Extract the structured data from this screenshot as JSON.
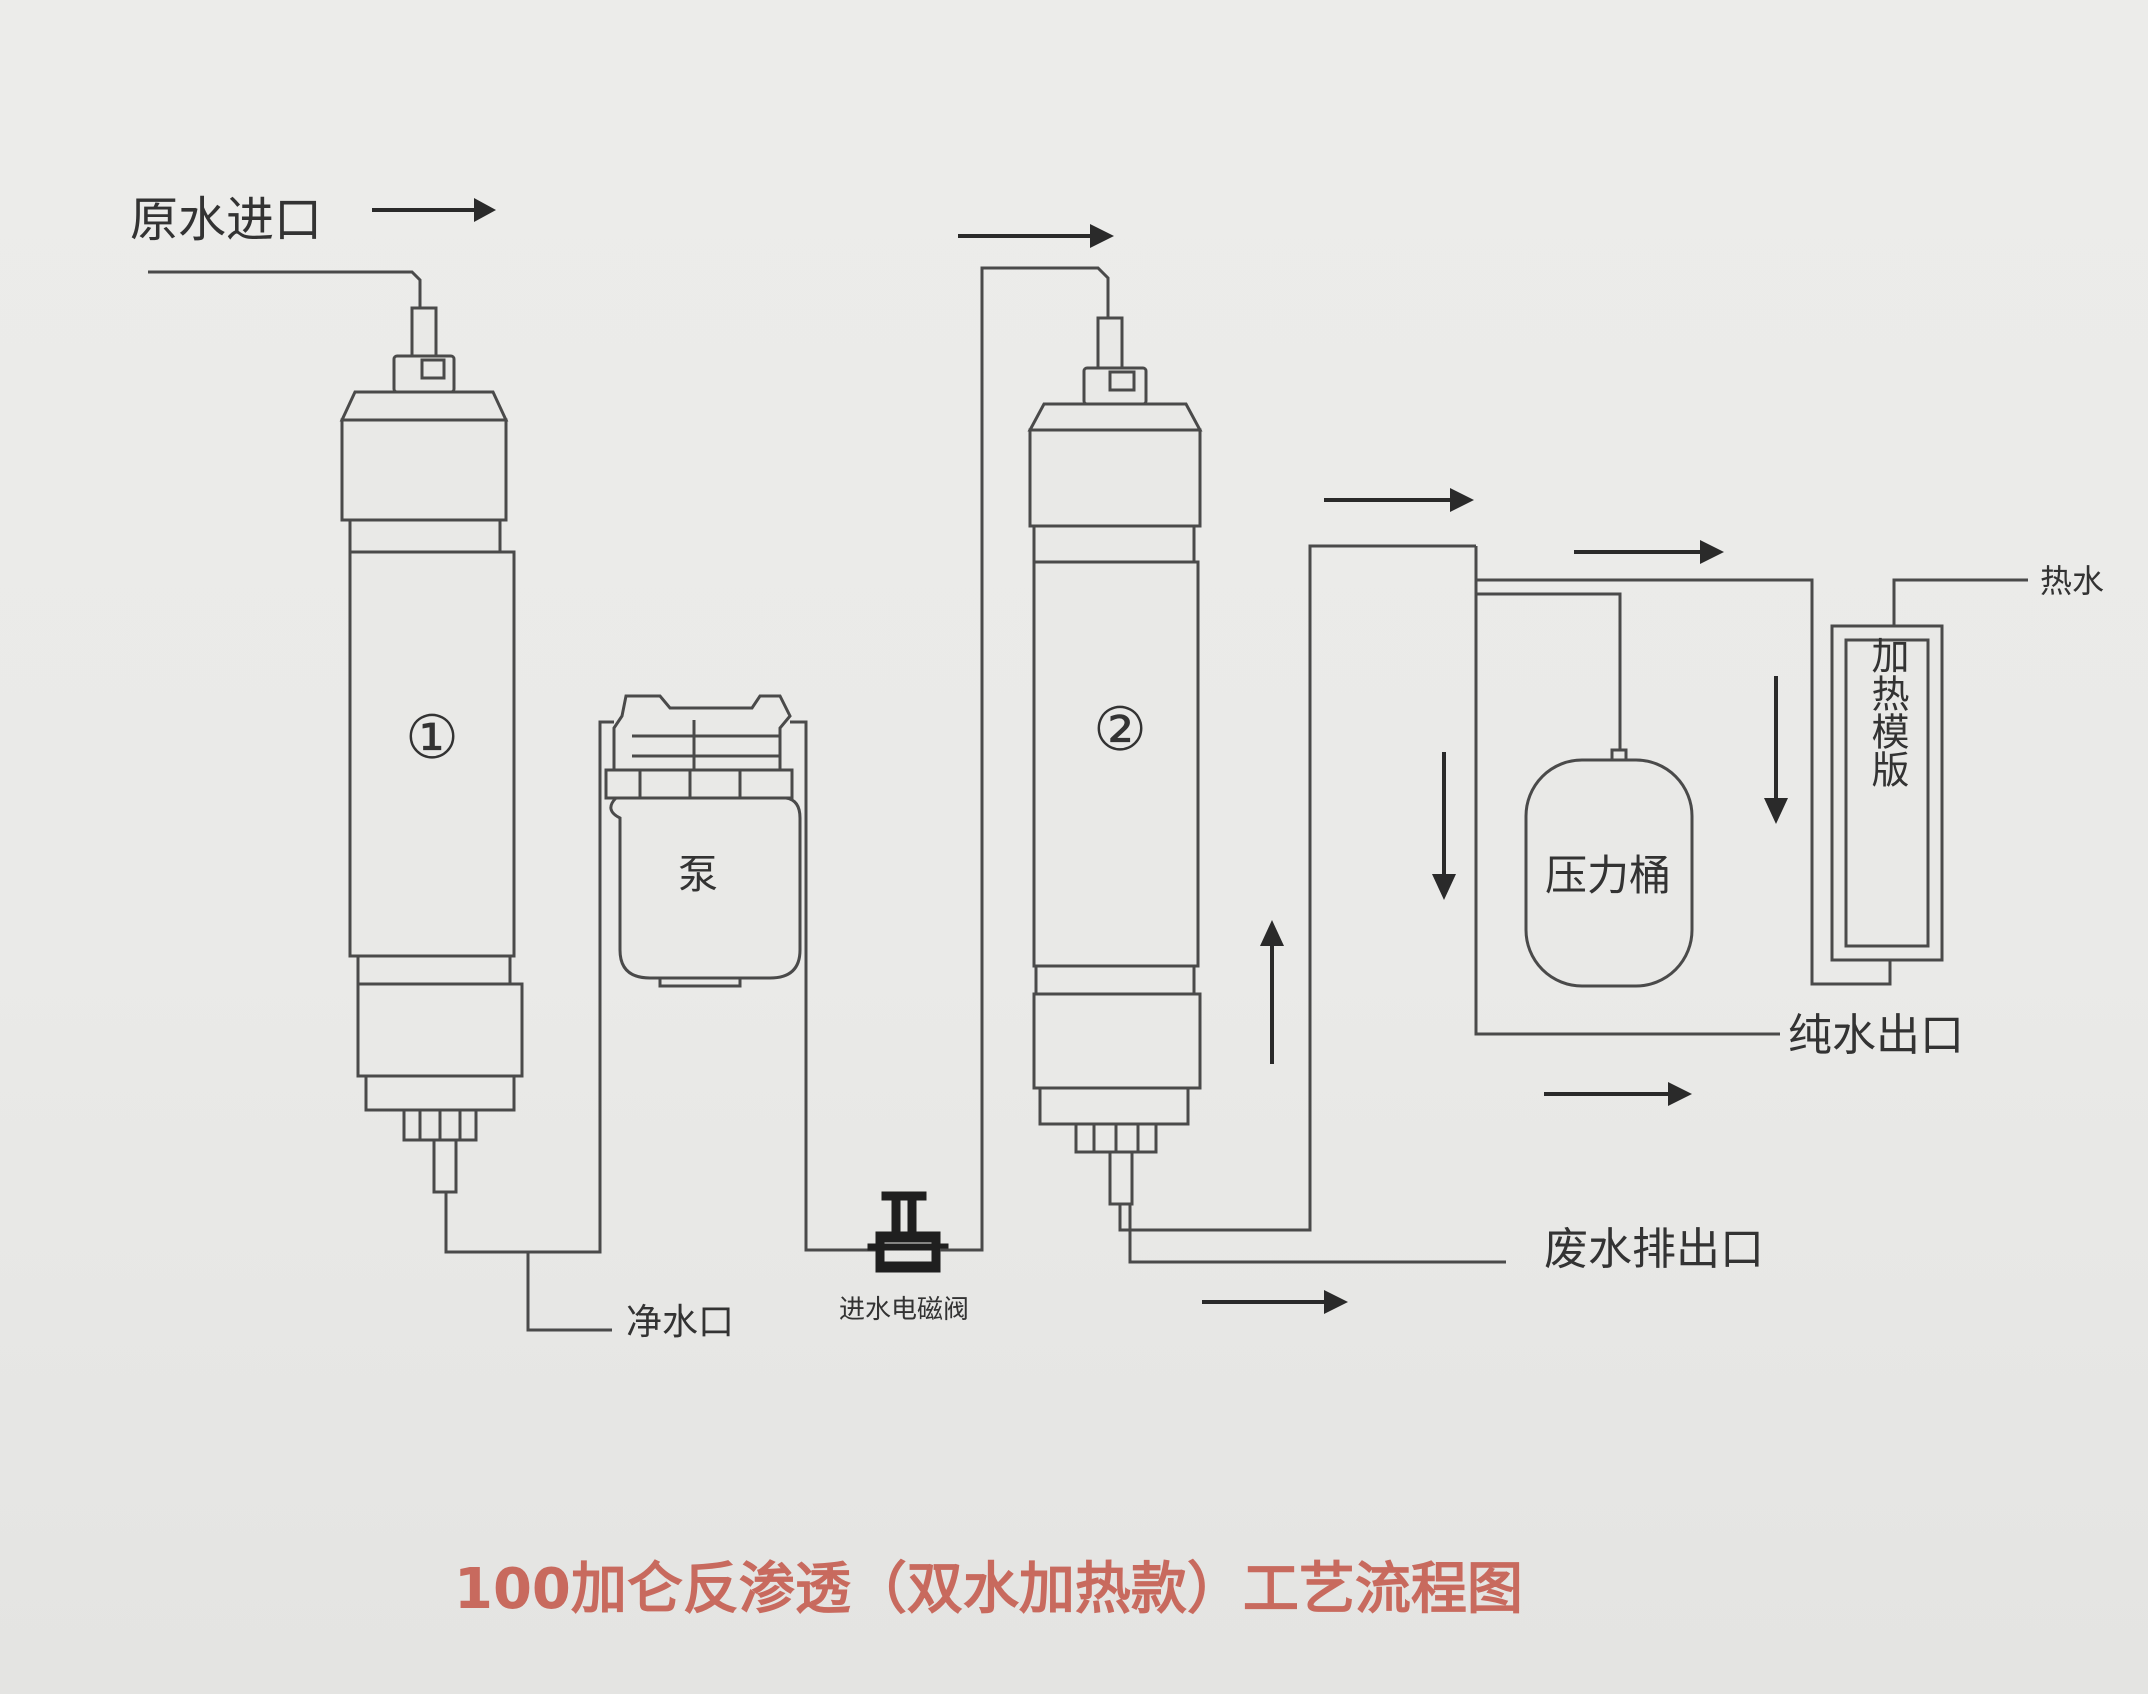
{
  "labels": {
    "raw_inlet": "原水进口",
    "filter1": "①",
    "filter2": "②",
    "pump": "泵",
    "clean_water_port": "净水口",
    "inlet_solenoid": "进水电磁阀",
    "pressure_tank": "压力桶",
    "heating_module": "加热模版",
    "hot_water": "热水",
    "pure_water_outlet": "纯水出口",
    "waste_water_outlet": "废水排出口"
  },
  "title": "100加仑反渗透（双水加热款）工艺流程图",
  "colors": {
    "line": "#4a4a4a",
    "title": "#c86a5e",
    "background": "#ebebe9"
  }
}
